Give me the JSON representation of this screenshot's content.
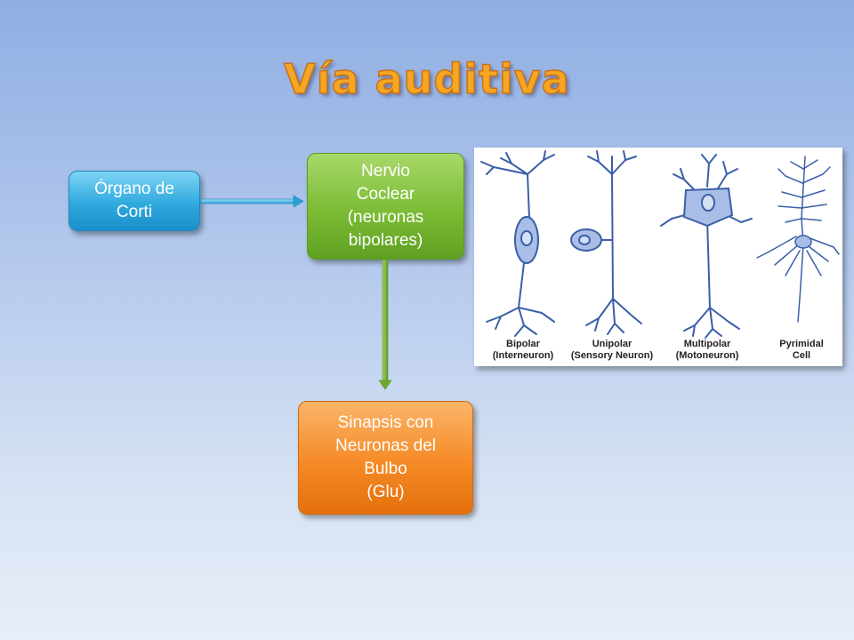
{
  "title": "Vía auditiva",
  "nodes": {
    "organo": "Órgano de\nCorti",
    "nervio": "Nervio\nCoclear\n(neuronas\nbipolares)",
    "sinapsis": "Sinapsis con\nNeuronas del\nBulbo\n(Glu)"
  },
  "neurons": [
    {
      "label": "Bipolar\n(Interneuron)"
    },
    {
      "label": "Unipolar\n(Sensory Neuron)"
    },
    {
      "label": "Multipolar\n(Motoneuron)"
    },
    {
      "label": "Pyrimidal\nCell"
    }
  ],
  "colors": {
    "title": "#f5a623",
    "blue_box": "#2fa9de",
    "green_box": "#7cbc35",
    "orange_box": "#f58a25",
    "neuron_outline": "#3a5fa8",
    "neuron_fill": "#a9bde6"
  }
}
